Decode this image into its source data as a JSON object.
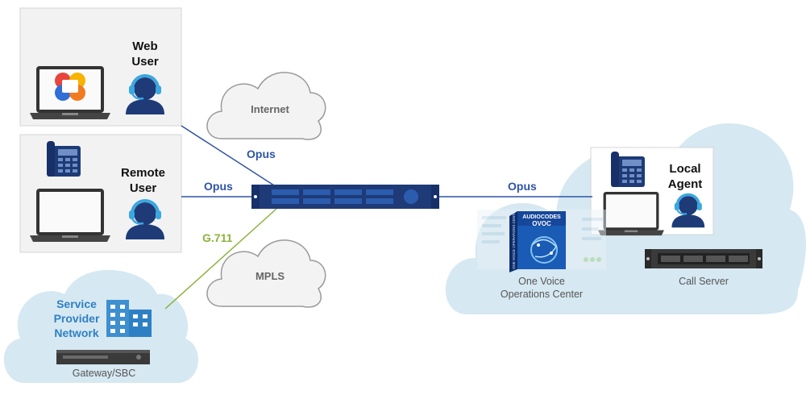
{
  "users": {
    "web_user": "Web\nUser",
    "remote_user": "Remote\nUser",
    "local_agent": "Local\nAgent"
  },
  "clouds": {
    "internet": "Internet",
    "mpls": "MPLS",
    "service_provider": "Service\nProvider\nNetwork"
  },
  "codecs": {
    "web_link": "Opus",
    "remote_link": "Opus",
    "agent_link": "Opus",
    "gateway_link": "G.711"
  },
  "devices": {
    "gateway": "Gateway/SBC",
    "ovoc_name": "One Voice\nOperations Center",
    "call_server": "Call Server",
    "ovoc_box_brand": "AUDIOCODES",
    "ovoc_box_logo": "OVOC",
    "ovoc_box_side": "ONE VOICE OPERATIONS CENTER"
  },
  "colors": {
    "opus_line": "#2f54a6",
    "g711_line": "#8bb33a",
    "cloud_blue": "#d6e8f2",
    "cloud_gray": "#f3f3f3",
    "headset_user": "#1e3b78",
    "sp_building": "#3d8fd0"
  },
  "icons": {
    "browser_logo": "webrtc-logo-icon",
    "headset": "headset-agent-icon",
    "phone": "ip-phone-icon",
    "laptop": "laptop-icon",
    "building": "office-building-icon",
    "router": "sbc-router-icon"
  }
}
